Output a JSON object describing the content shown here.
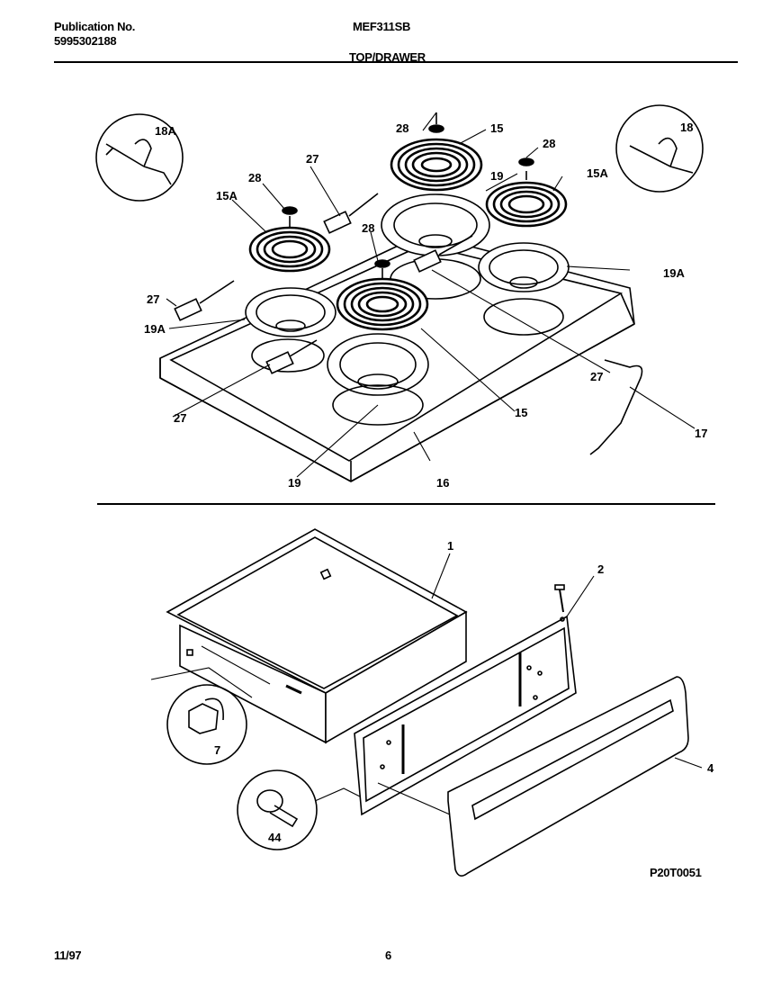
{
  "header": {
    "pub_label": "Publication No.",
    "pub_number": "5995302188",
    "model": "MEF311SB",
    "section": "TOP/DRAWER"
  },
  "callouts": {
    "c28_top": "28",
    "c15_top": "15",
    "c28_right": "28",
    "c18": "18",
    "c18a": "18A",
    "c27_top": "27",
    "c28_left": "28",
    "c15a_left": "15A",
    "c19_top": "19",
    "c15a_right": "15A",
    "c28_mid": "28",
    "c19a_right": "19A",
    "c27_left": "27",
    "c19a_left": "19A",
    "c27_right": "27",
    "c27_bottom": "27",
    "c15_bottom": "15",
    "c17": "17",
    "c19_bottom": "19",
    "c16": "16",
    "c1": "1",
    "c2": "2",
    "c4": "4",
    "c7": "7",
    "c44": "44"
  },
  "figure_code": "P20T0051",
  "footer": {
    "date": "11/97",
    "page": "6"
  }
}
